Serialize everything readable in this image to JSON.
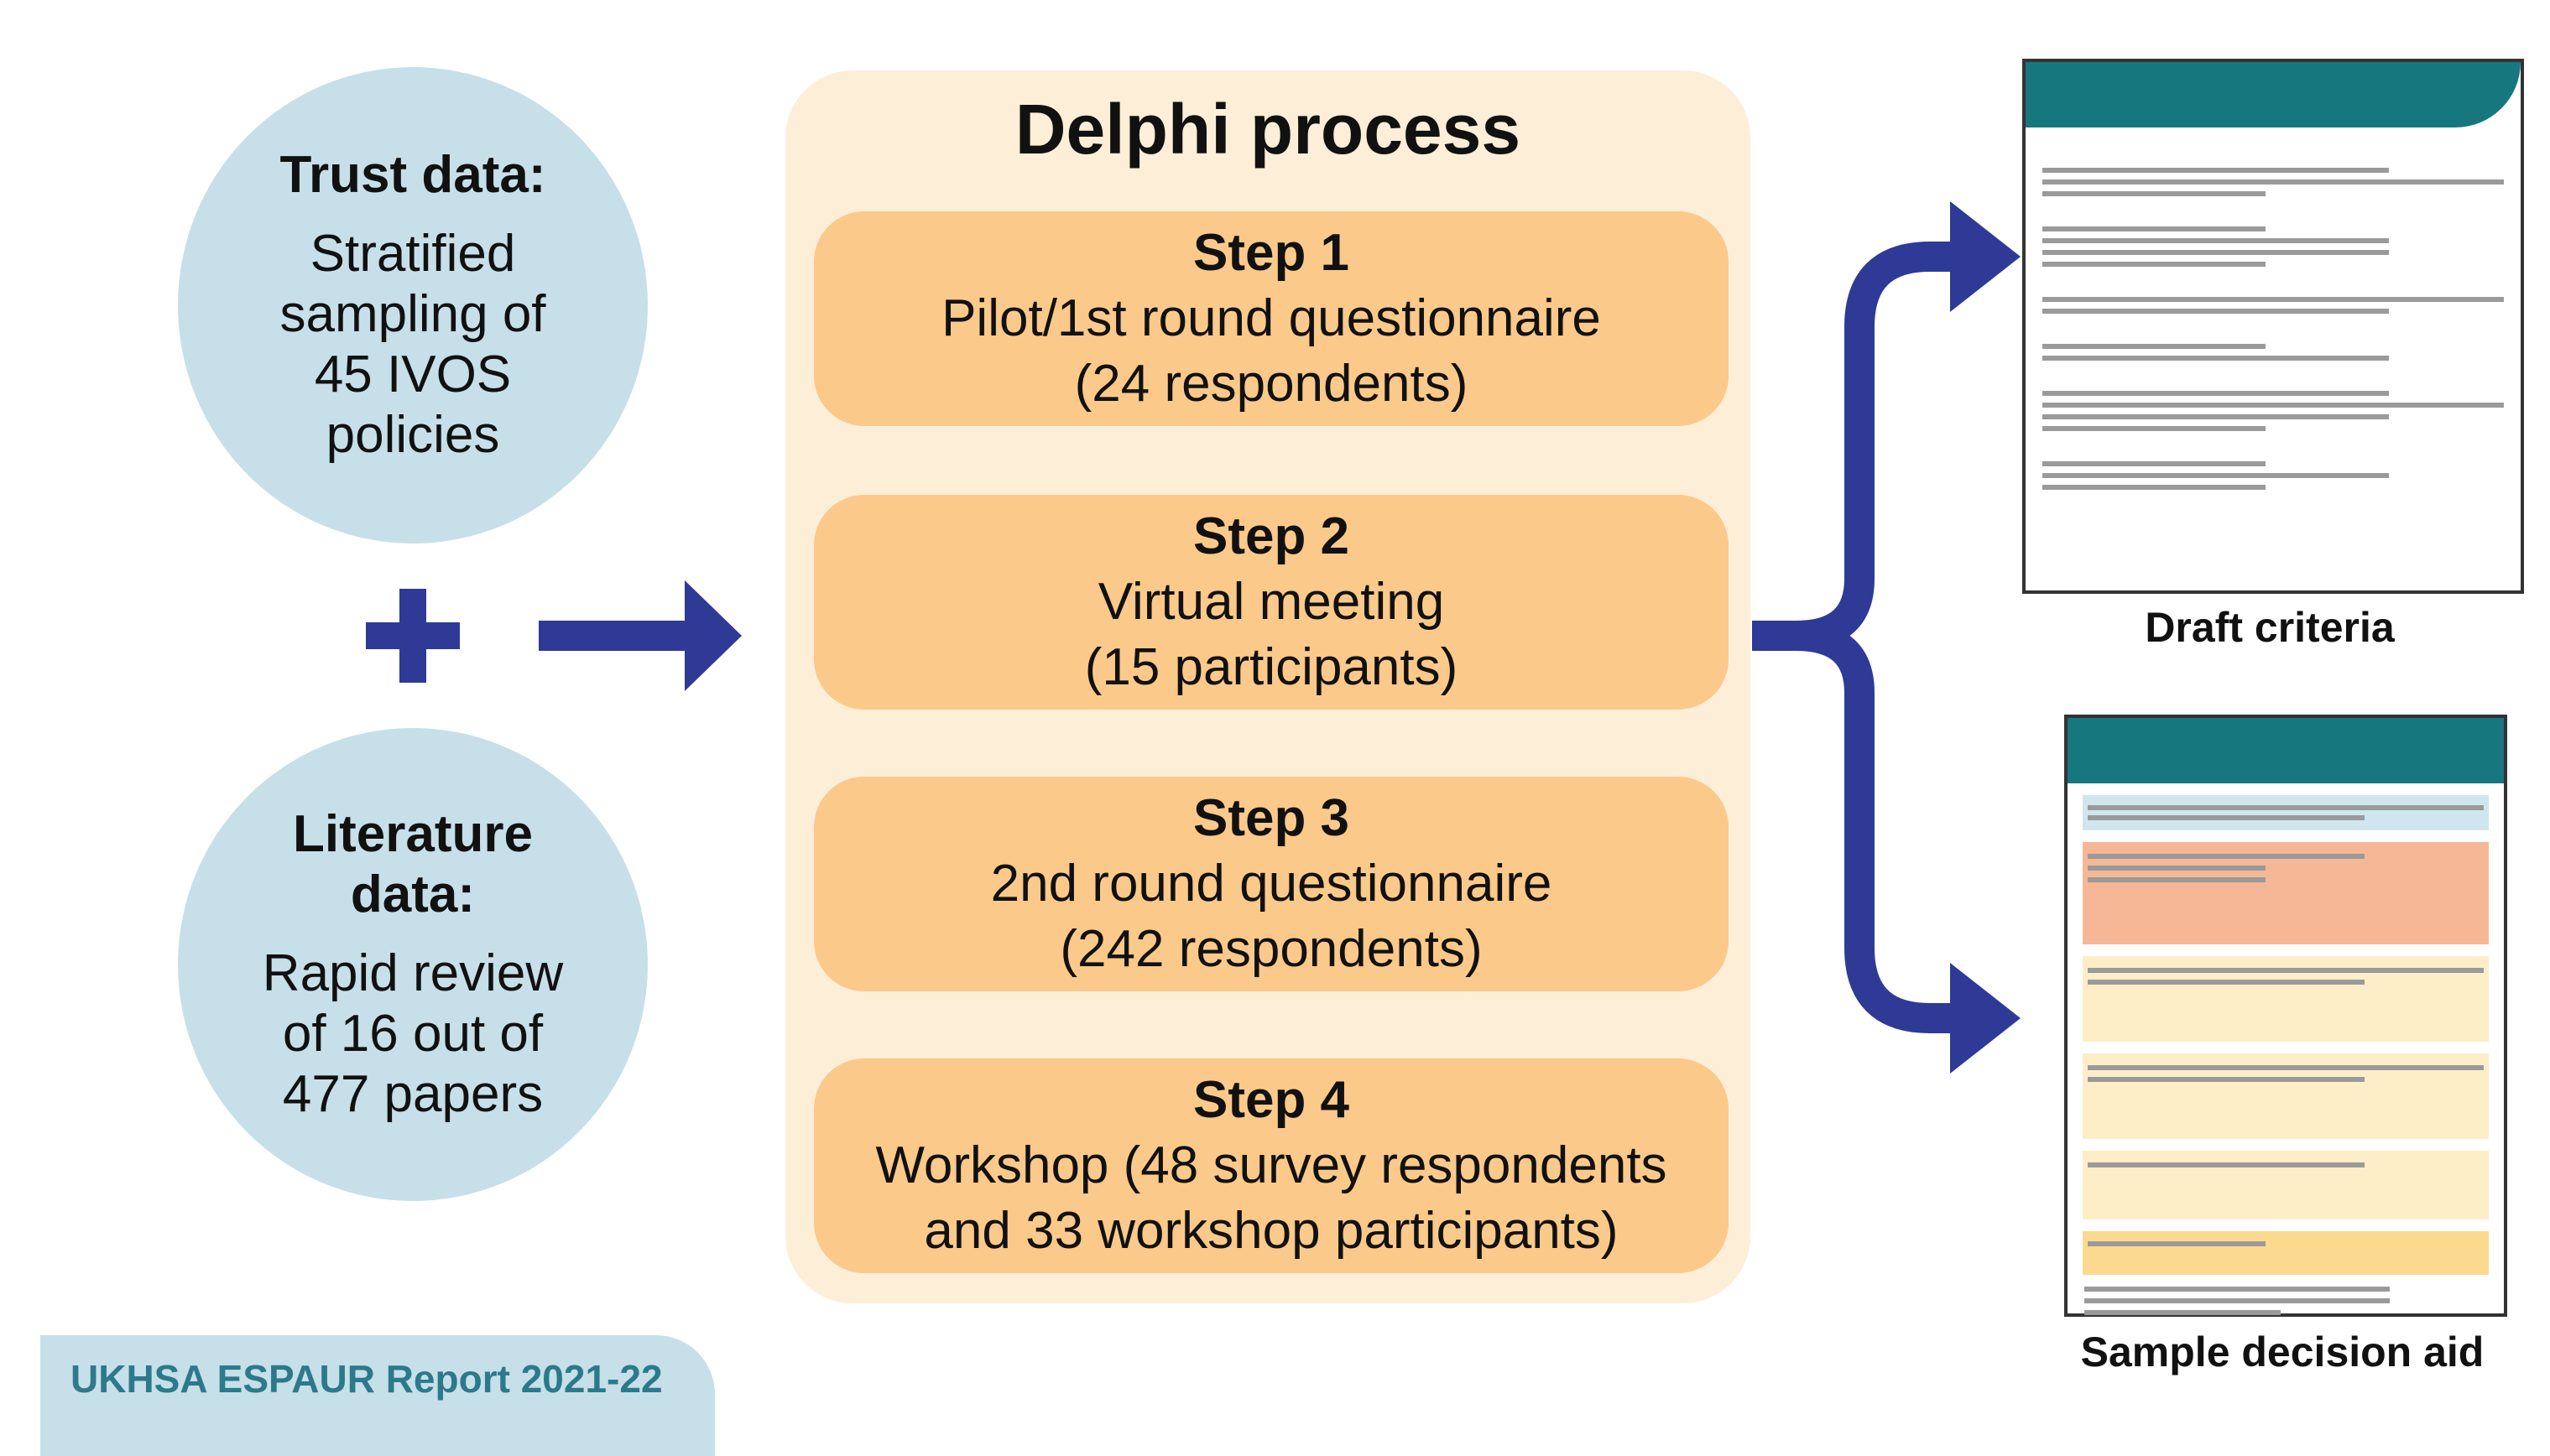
{
  "trust": {
    "title": "Trust data:",
    "body": [
      "Stratified",
      "sampling of",
      "45 IVOS",
      "policies"
    ]
  },
  "literature": {
    "title": [
      "Literature",
      "data:"
    ],
    "body": [
      "Rapid review",
      "of 16 out of",
      "477 papers"
    ]
  },
  "delphi": {
    "title": "Delphi process",
    "steps": [
      {
        "title": "Step 1",
        "desc": [
          "Pilot/1st round questionnaire",
          "(24 respondents)"
        ]
      },
      {
        "title": "Step 2",
        "desc": [
          "Virtual meeting",
          "(15 participants)"
        ]
      },
      {
        "title": "Step 3",
        "desc": [
          "2nd round questionnaire",
          "(242 respondents)"
        ]
      },
      {
        "title": "Step 4",
        "desc": [
          "Workshop (48 survey respondents",
          "and 33 workshop participants)"
        ]
      }
    ]
  },
  "outputs": {
    "criteria": {
      "caption": "Draft criteria"
    },
    "aid": {
      "caption": "Sample decision aid"
    }
  },
  "footer": {
    "text": "UKHSA ESPAUR Report 2021-22"
  },
  "colors": {
    "arrow": "#2e3a95",
    "circle": "#c7dfe8",
    "panel": "#fdeed8",
    "step": "#fbc98a",
    "doc_header": "#17777f"
  }
}
